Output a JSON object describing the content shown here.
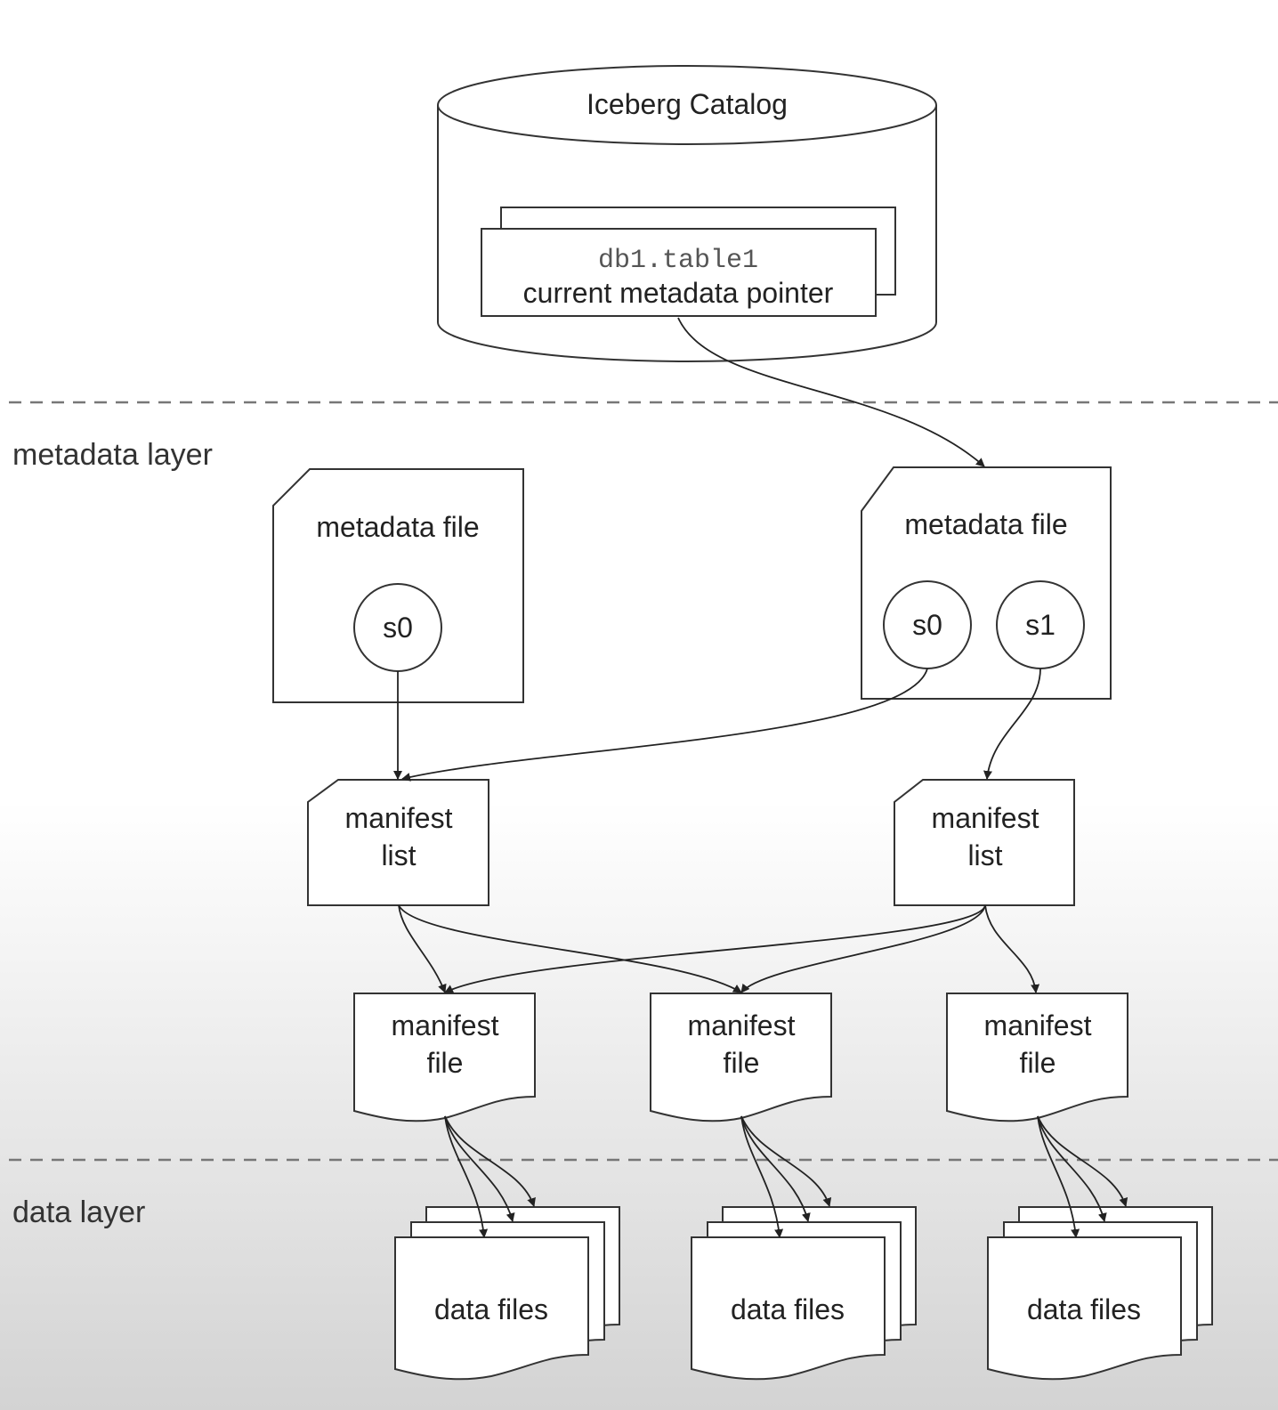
{
  "catalog": {
    "title": "Iceberg Catalog",
    "table_name": "db1.table1",
    "pointer_label": "current metadata pointer"
  },
  "layers": {
    "metadata": "metadata layer",
    "data": "data layer"
  },
  "metadata_files": [
    {
      "label": "metadata file",
      "snapshots": [
        "s0"
      ]
    },
    {
      "label": "metadata file",
      "snapshots": [
        "s0",
        "s1"
      ]
    }
  ],
  "manifest_lists": [
    {
      "line1": "manifest",
      "line2": "list"
    },
    {
      "line1": "manifest",
      "line2": "list"
    }
  ],
  "manifest_files": [
    {
      "line1": "manifest",
      "line2": "file"
    },
    {
      "line1": "manifest",
      "line2": "file"
    },
    {
      "line1": "manifest",
      "line2": "file"
    }
  ],
  "data_files": [
    {
      "label": "data files"
    },
    {
      "label": "data files"
    },
    {
      "label": "data files"
    }
  ]
}
